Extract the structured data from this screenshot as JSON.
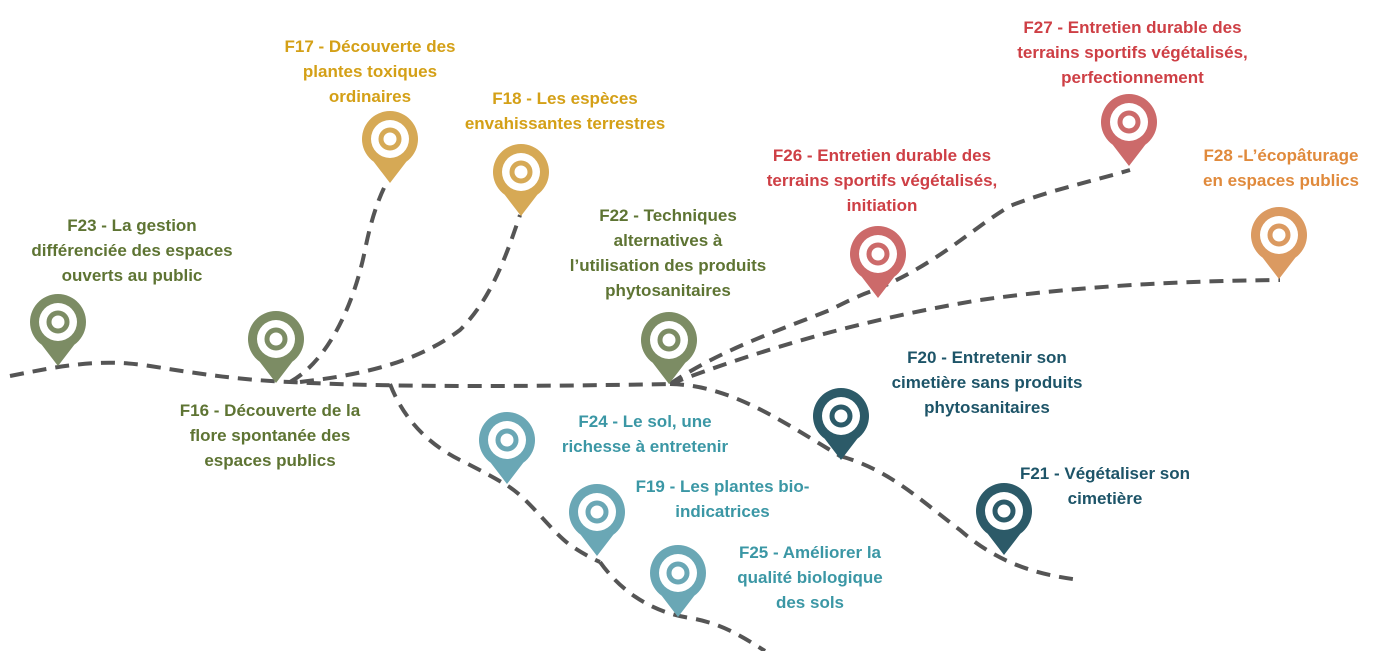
{
  "colors": {
    "green": "#7C8C64",
    "green_text": "#5E7433",
    "yellow": "#D6A955",
    "yellow_text": "#D4A017",
    "red": "#CC6A6A",
    "red_text": "#CE3F45",
    "orange": "#DB9A61",
    "orange_text": "#E08A3C",
    "teal": "#6AA7B5",
    "teal_text": "#3B97A5",
    "navy": "#2C5A68",
    "navy_text": "#1D5468",
    "path": "#555555"
  },
  "pins": [
    {
      "id": "F23",
      "icon": "map-pin-icon",
      "color": "green"
    },
    {
      "id": "F16",
      "icon": "map-pin-icon",
      "color": "green"
    },
    {
      "id": "F17",
      "icon": "map-pin-icon",
      "color": "yellow"
    },
    {
      "id": "F18",
      "icon": "map-pin-icon",
      "color": "yellow"
    },
    {
      "id": "F22",
      "icon": "map-pin-icon",
      "color": "green"
    },
    {
      "id": "F26",
      "icon": "map-pin-icon",
      "color": "red"
    },
    {
      "id": "F27",
      "icon": "map-pin-icon",
      "color": "red"
    },
    {
      "id": "F28",
      "icon": "map-pin-icon",
      "color": "orange"
    },
    {
      "id": "F20",
      "icon": "map-pin-icon",
      "color": "navy"
    },
    {
      "id": "F21",
      "icon": "map-pin-icon",
      "color": "navy"
    },
    {
      "id": "F24",
      "icon": "map-pin-icon",
      "color": "teal"
    },
    {
      "id": "F19",
      "icon": "map-pin-icon",
      "color": "teal"
    },
    {
      "id": "F25",
      "icon": "map-pin-icon",
      "color": "teal"
    }
  ],
  "labels": {
    "f23": {
      "lines": [
        "F23 - La gestion",
        "différenciée des espaces",
        "ouverts au public"
      ],
      "color": "green_text"
    },
    "f16": {
      "lines": [
        "F16 - Découverte de la",
        "flore spontanée des",
        "espaces publics"
      ],
      "color": "green_text"
    },
    "f17": {
      "lines": [
        "F17 - Découverte des",
        "plantes toxiques",
        "ordinaires"
      ],
      "color": "yellow_text"
    },
    "f18": {
      "lines": [
        "F18 - Les espèces",
        "envahissantes terrestres"
      ],
      "color": "yellow_text"
    },
    "f22": {
      "lines": [
        "F22 - Techniques",
        "alternatives à",
        "l’utilisation des produits",
        "phytosanitaires"
      ],
      "color": "green_text"
    },
    "f26": {
      "lines": [
        "F26 - Entretien durable des",
        "terrains sportifs végétalisés,",
        "initiation"
      ],
      "color": "red_text"
    },
    "f27": {
      "lines": [
        "F27 - Entretien durable des",
        "terrains sportifs végétalisés,",
        "perfectionnement"
      ],
      "color": "red_text"
    },
    "f28": {
      "lines": [
        "F28 -L’écopâturage",
        "en espaces publics"
      ],
      "color": "orange_text"
    },
    "f20": {
      "lines": [
        "F20 - Entretenir son",
        "cimetière sans produits",
        "phytosanitaires"
      ],
      "color": "navy_text"
    },
    "f21": {
      "lines": [
        "F21 - Végétaliser son",
        "cimetière"
      ],
      "color": "navy_text"
    },
    "f24": {
      "lines": [
        "F24 - Le sol, une",
        "richesse à entretenir"
      ],
      "color": "teal_text"
    },
    "f19": {
      "lines": [
        "F19 - Les plantes bio-",
        "indicatrices"
      ],
      "color": "teal_text"
    },
    "f25": {
      "lines": [
        "F25 - Améliorer la",
        "qualité biologique",
        "des sols"
      ],
      "color": "teal_text"
    }
  }
}
